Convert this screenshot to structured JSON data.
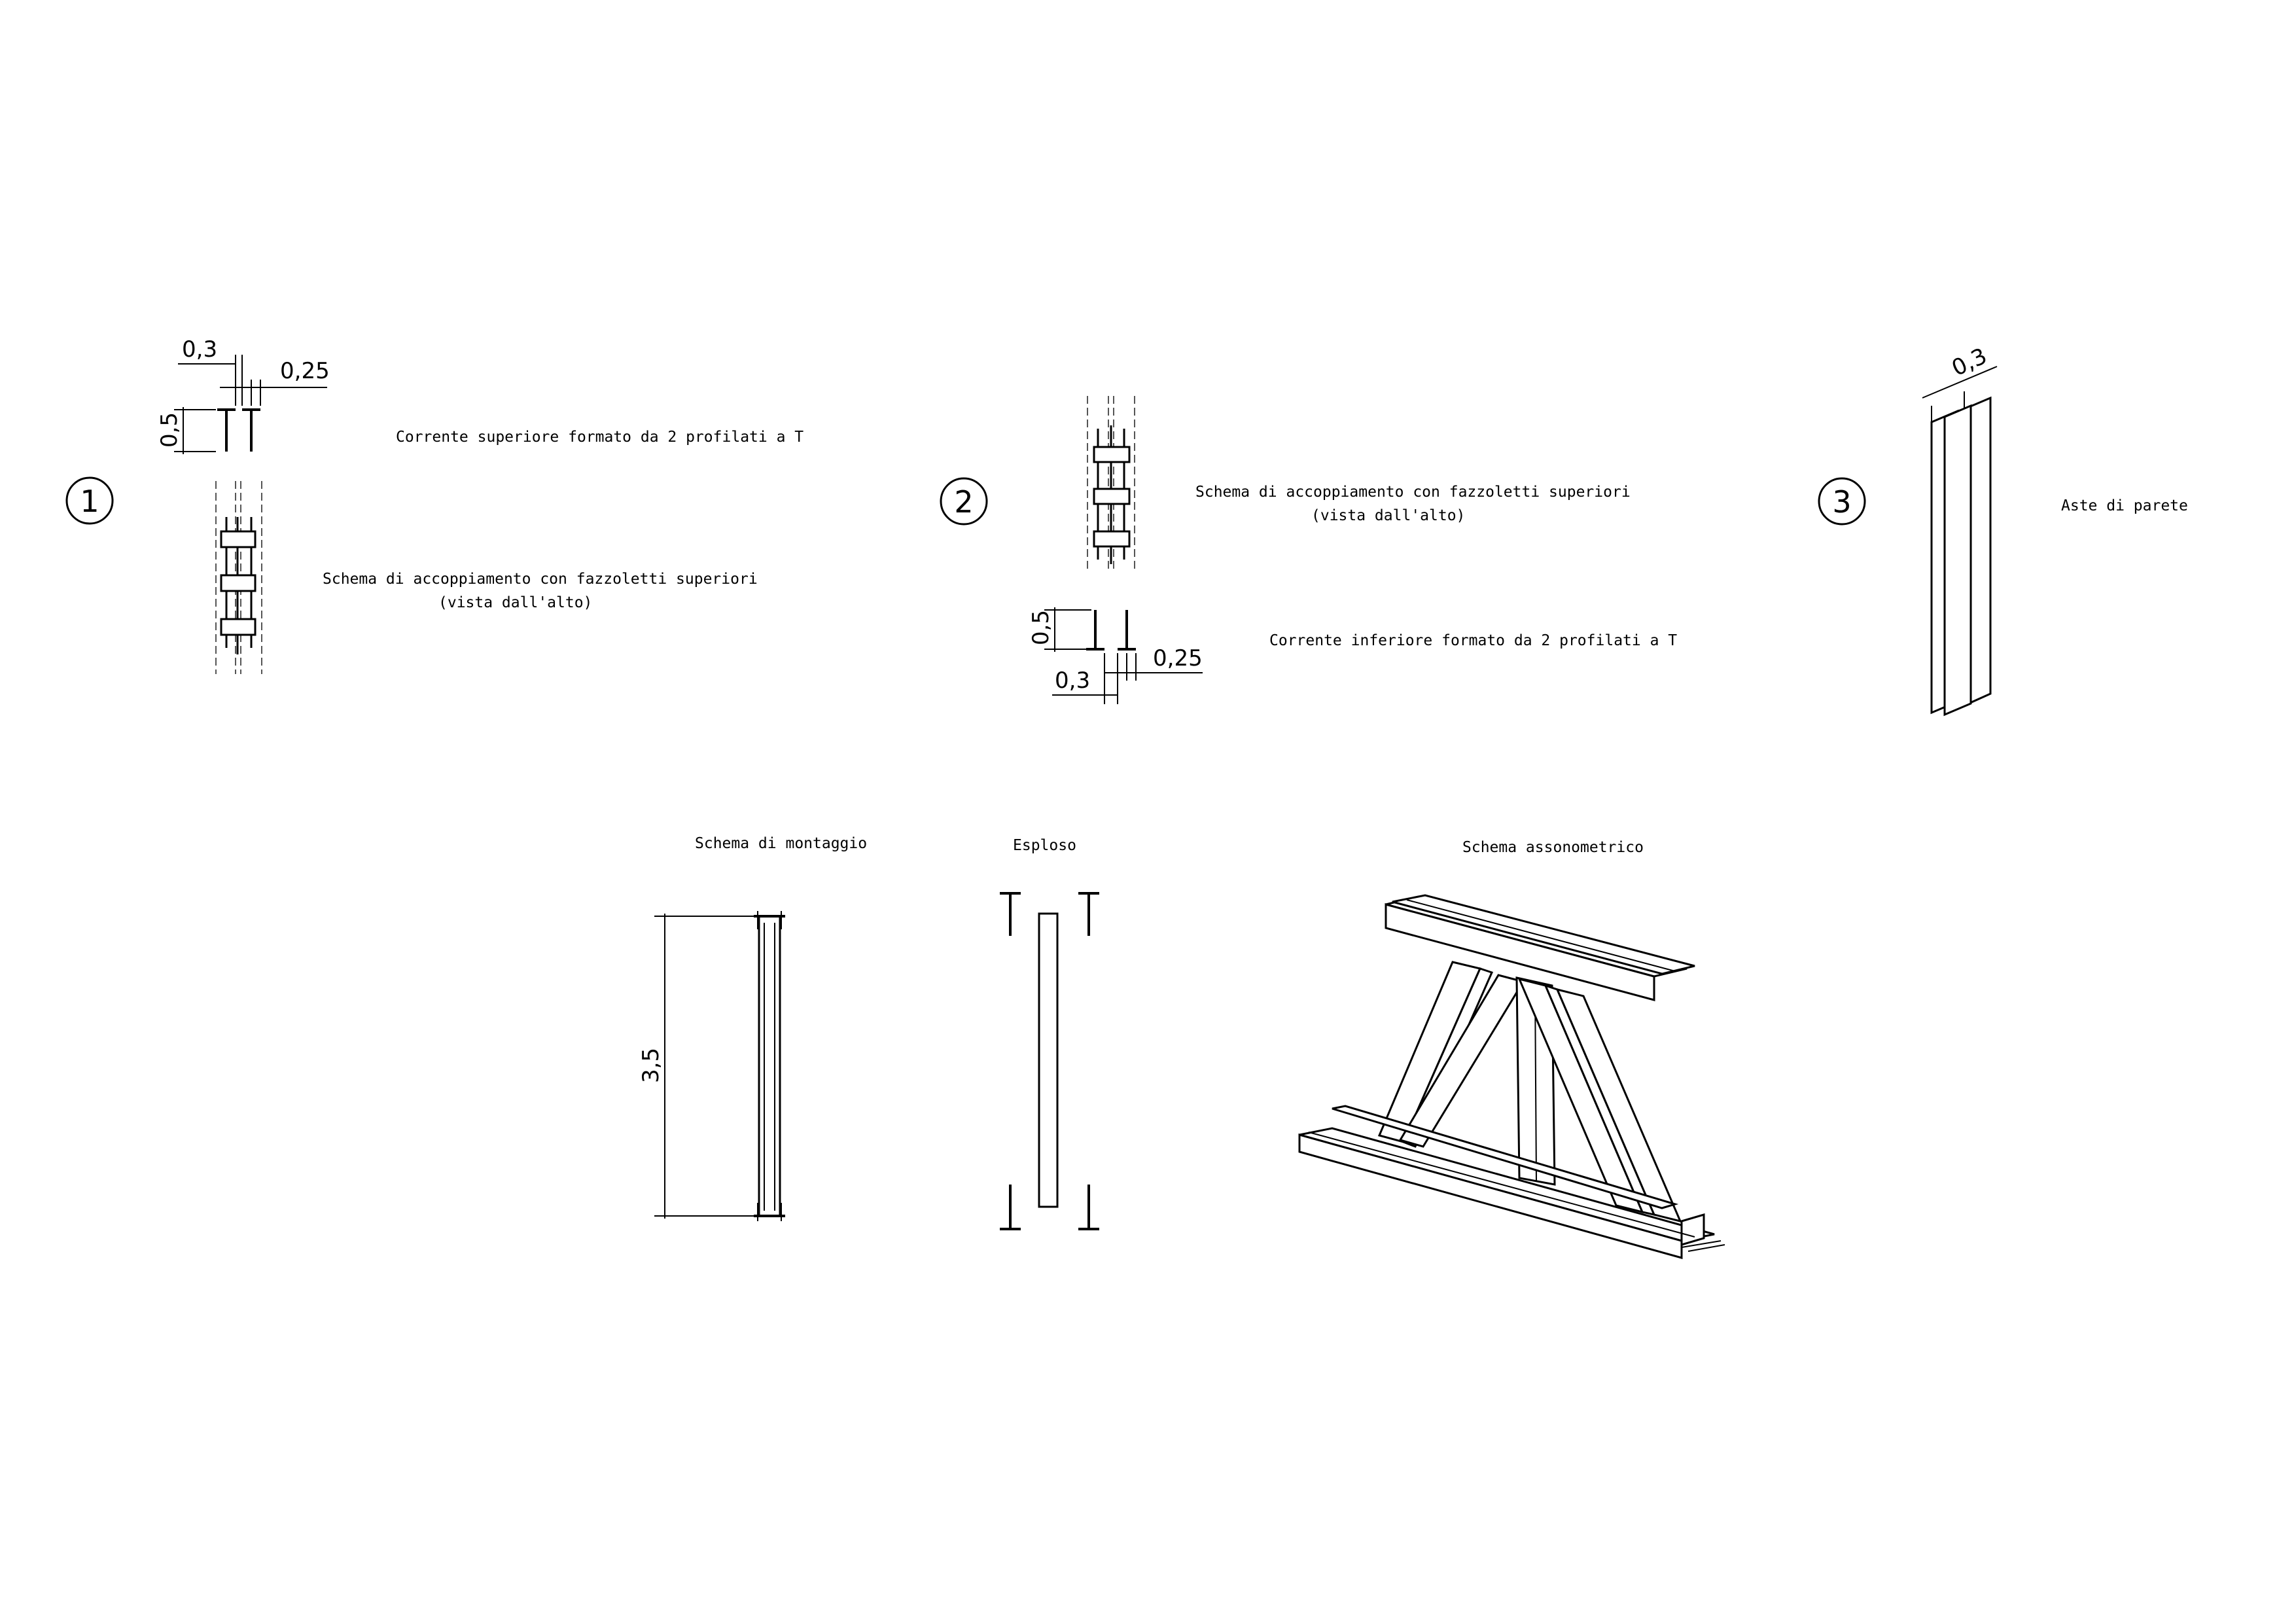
{
  "details": [
    {
      "number": "1",
      "dims": {
        "d1": "0,3",
        "d2": "0,25",
        "d3": "0,5"
      },
      "caption_profile": "Corrente superiore formato da 2 profilati a T",
      "caption_scheme": "Schema di accoppiamento con fazzoletti superiori",
      "caption_view": "(vista dall'alto)"
    },
    {
      "number": "2",
      "dims": {
        "d1": "0,5",
        "d2": "0,25",
        "d3": "0,3"
      },
      "caption_scheme": "Schema di accoppiamento con fazzoletti superiori",
      "caption_view": "(vista dall'alto)",
      "caption_profile": "Corrente inferiore formato da 2 profilati a T"
    },
    {
      "number": "3",
      "dims": {
        "d1": "0,3"
      },
      "caption": "Aste di parete"
    }
  ],
  "bottom": {
    "montaggio": {
      "title": "Schema di montaggio",
      "dim": "3,5"
    },
    "esploso": {
      "title": "Esploso"
    },
    "assonometrico": {
      "title": "Schema assonometrico"
    }
  }
}
